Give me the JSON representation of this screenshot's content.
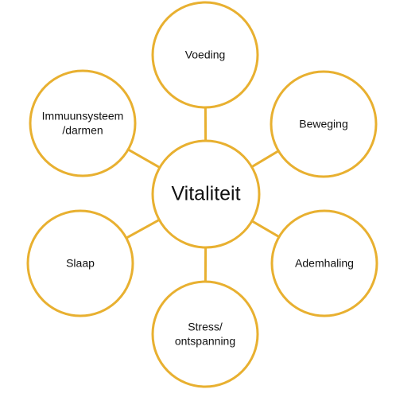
{
  "colors": {
    "stroke": "#E8B030",
    "fill": "#FFFFFF",
    "text": "#111111"
  },
  "center": {
    "label": "Vitaliteit"
  },
  "nodes": [
    {
      "id": "voeding",
      "lines": [
        "Voeding"
      ]
    },
    {
      "id": "beweging",
      "lines": [
        "Beweging"
      ]
    },
    {
      "id": "ademhaling",
      "lines": [
        "Ademhaling"
      ]
    },
    {
      "id": "stress",
      "lines": [
        "Stress/",
        "ontspanning"
      ]
    },
    {
      "id": "slaap",
      "lines": [
        "Slaap"
      ]
    },
    {
      "id": "immuunsysteem",
      "lines": [
        "Immuunsysteem",
        "/darmen"
      ]
    }
  ]
}
